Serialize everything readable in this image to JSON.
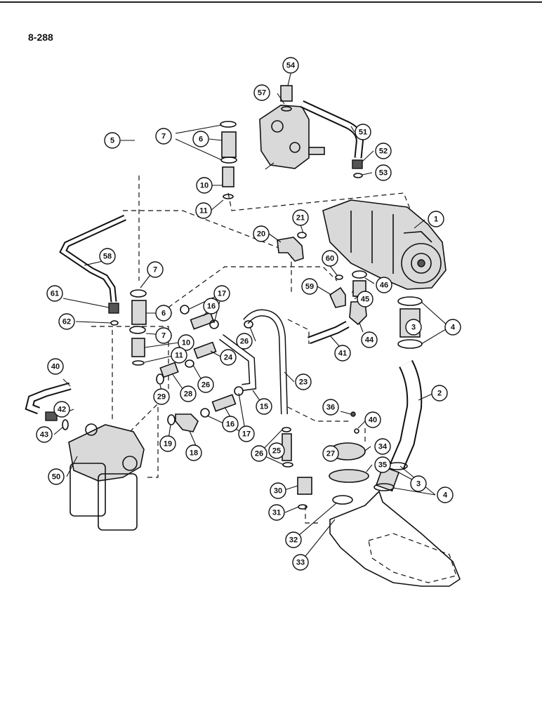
{
  "page_number": "8-288",
  "callouts": [
    "1",
    "2",
    "3",
    "3",
    "4",
    "4",
    "5",
    "6",
    "6",
    "7",
    "7",
    "7",
    "10",
    "10",
    "11",
    "11",
    "15",
    "16",
    "16",
    "17",
    "17",
    "18",
    "19",
    "20",
    "21",
    "23",
    "24",
    "25",
    "26",
    "26",
    "26",
    "27",
    "28",
    "29",
    "30",
    "31",
    "32",
    "33",
    "34",
    "35",
    "36",
    "40",
    "40",
    "41",
    "42",
    "43",
    "44",
    "45",
    "46",
    "50",
    "51",
    "52",
    "53",
    "54",
    "57",
    "58",
    "59",
    "60",
    "61",
    "62"
  ]
}
